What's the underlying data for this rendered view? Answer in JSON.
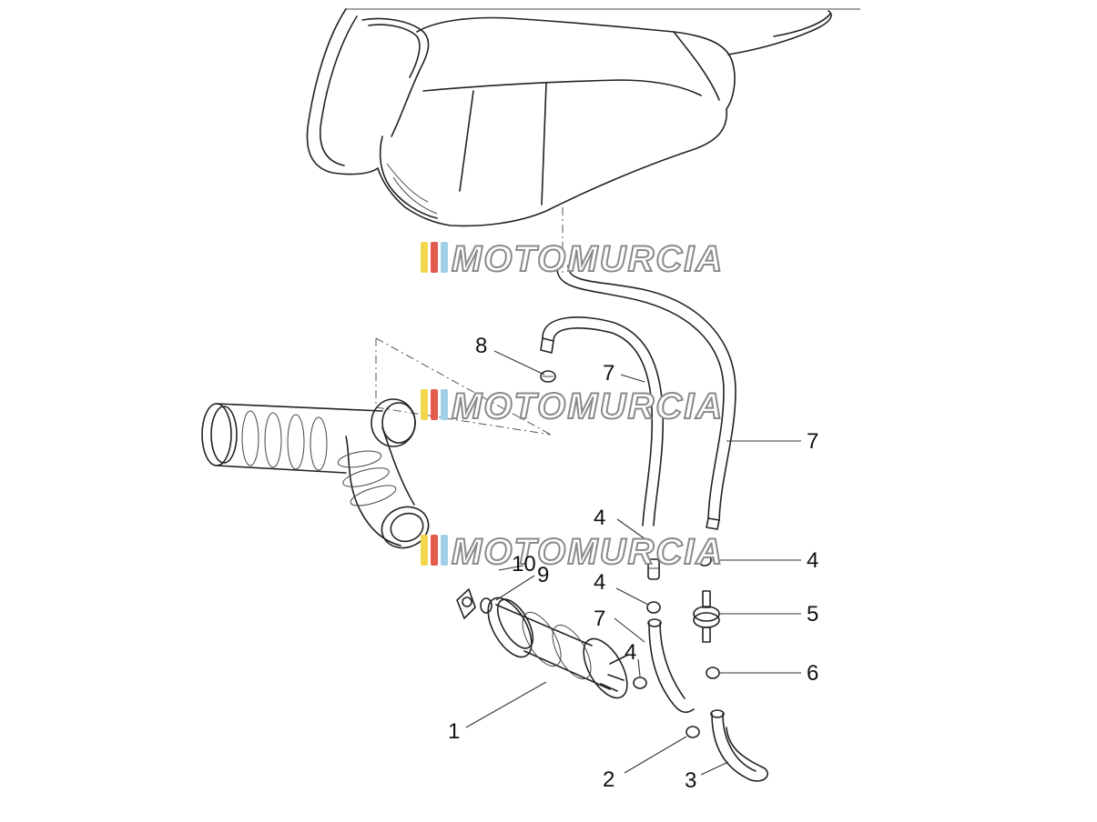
{
  "watermark": {
    "text": "MOTOMURCIA",
    "stripe_colors": [
      "#f2d64b",
      "#e35b4f",
      "#9fd0e8"
    ]
  },
  "callouts": [
    {
      "id": "c1",
      "label": "1"
    },
    {
      "id": "c2",
      "label": "2"
    },
    {
      "id": "c3",
      "label": "3"
    },
    {
      "id": "c4a",
      "label": "4"
    },
    {
      "id": "c4b",
      "label": "4"
    },
    {
      "id": "c4c",
      "label": "4"
    },
    {
      "id": "c4d",
      "label": "4"
    },
    {
      "id": "c5",
      "label": "5"
    },
    {
      "id": "c6",
      "label": "6"
    },
    {
      "id": "c7a",
      "label": "7"
    },
    {
      "id": "c7b",
      "label": "7"
    },
    {
      "id": "c7c",
      "label": "7"
    },
    {
      "id": "c8",
      "label": "8"
    },
    {
      "id": "c9",
      "label": "9"
    },
    {
      "id": "c10",
      "label": "10"
    }
  ]
}
